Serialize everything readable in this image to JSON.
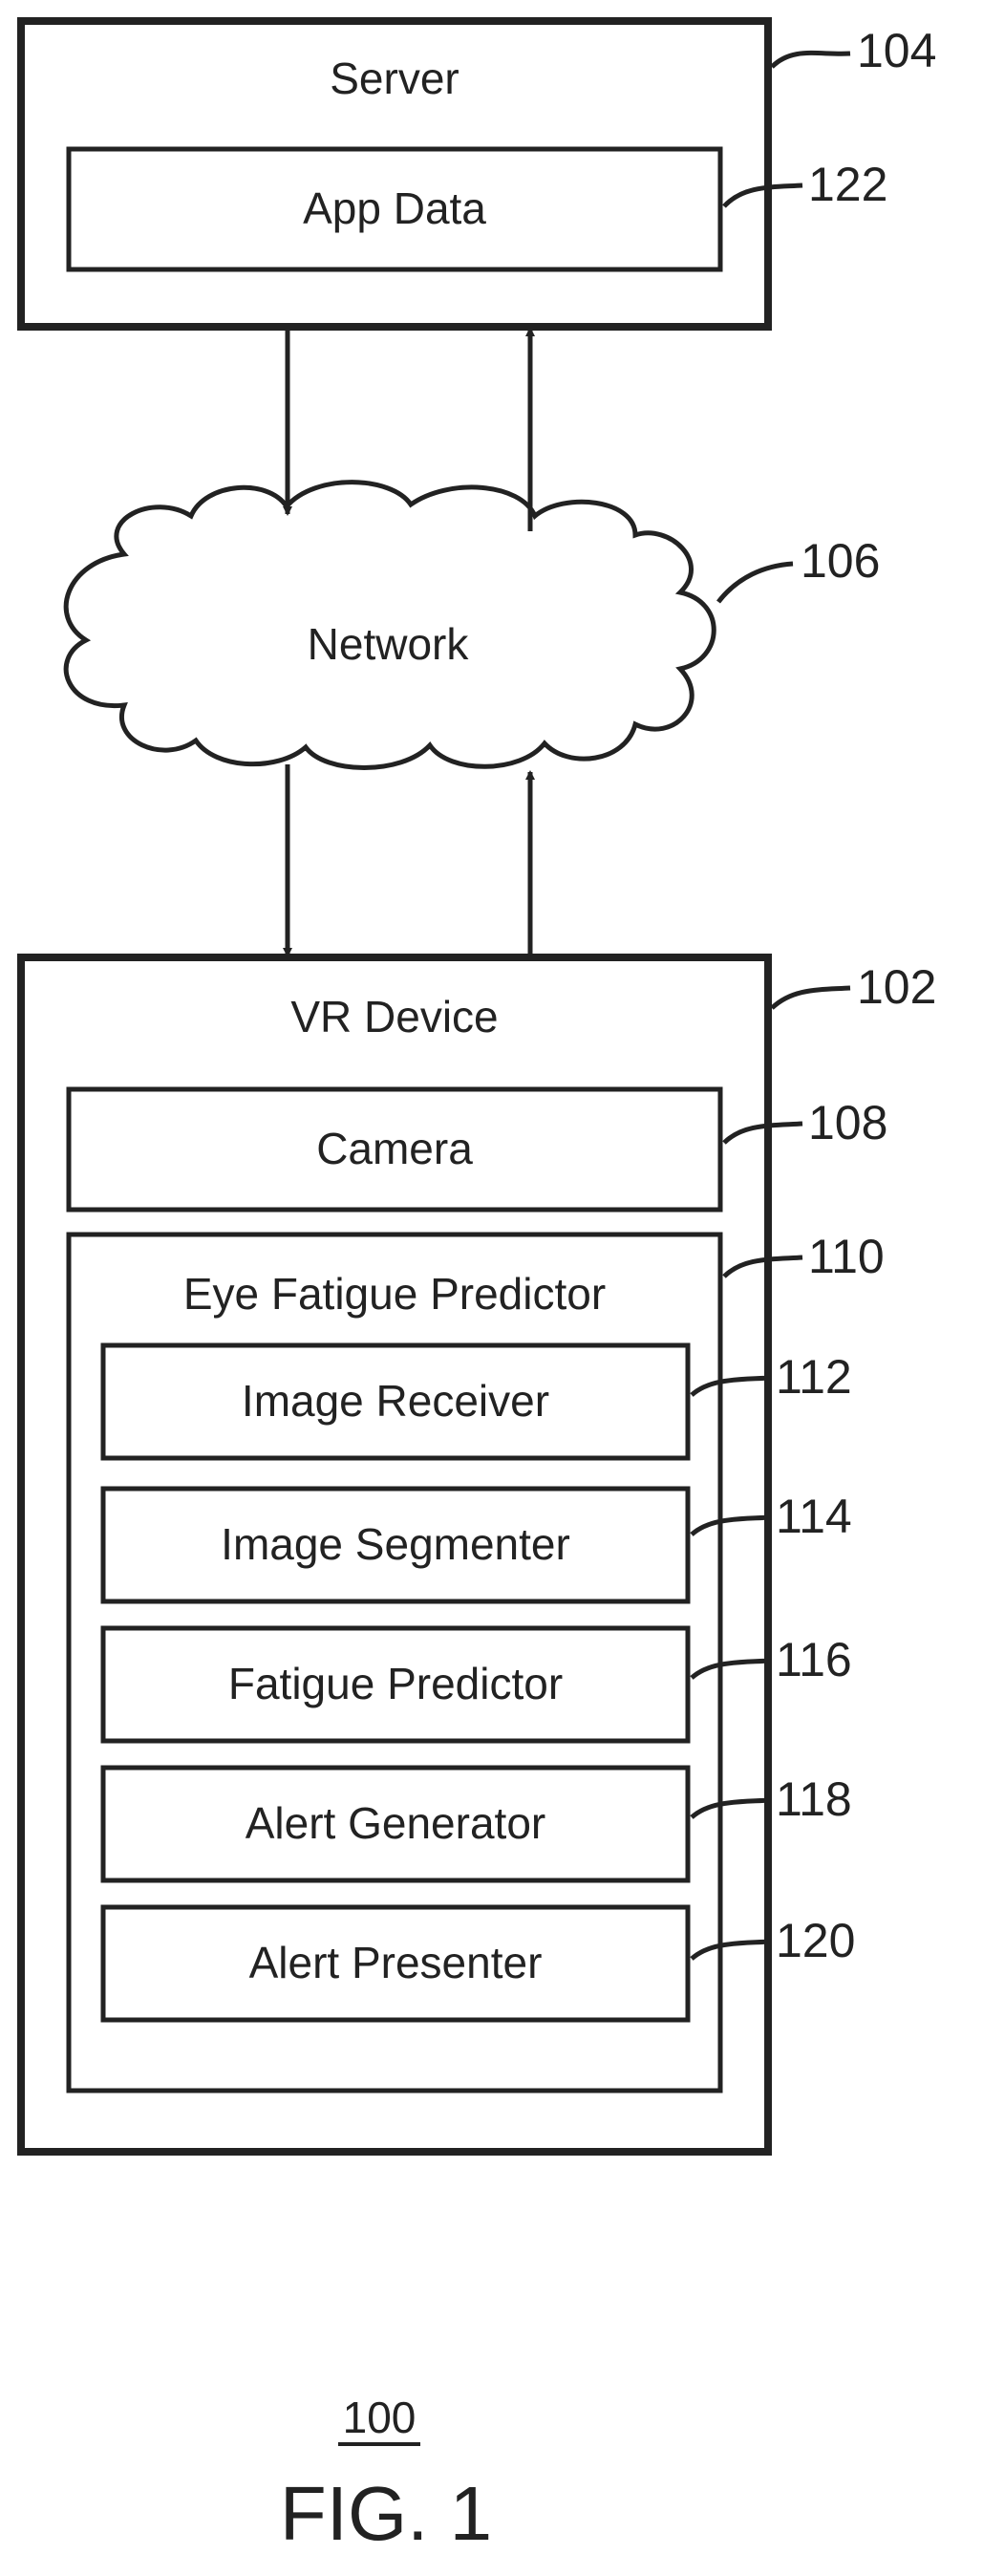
{
  "server": {
    "title": "Server",
    "ref": "104"
  },
  "app_data": {
    "label": "App Data",
    "ref": "122"
  },
  "network": {
    "label": "Network",
    "ref": "106"
  },
  "vr_device": {
    "title": "VR Device",
    "ref": "102"
  },
  "camera": {
    "label": "Camera",
    "ref": "108"
  },
  "eye_fatigue_predictor": {
    "title": "Eye Fatigue Predictor",
    "ref": "110",
    "modules": [
      {
        "label": "Image Receiver",
        "ref": "112"
      },
      {
        "label": "Image Segmenter",
        "ref": "114"
      },
      {
        "label": "Fatigue Predictor",
        "ref": "116"
      },
      {
        "label": "Alert Generator",
        "ref": "118"
      },
      {
        "label": "Alert Presenter",
        "ref": "120"
      }
    ]
  },
  "figure": {
    "number": "100",
    "caption": "FIG. 1"
  },
  "colors": {
    "stroke": "#222222",
    "background": "#ffffff"
  }
}
